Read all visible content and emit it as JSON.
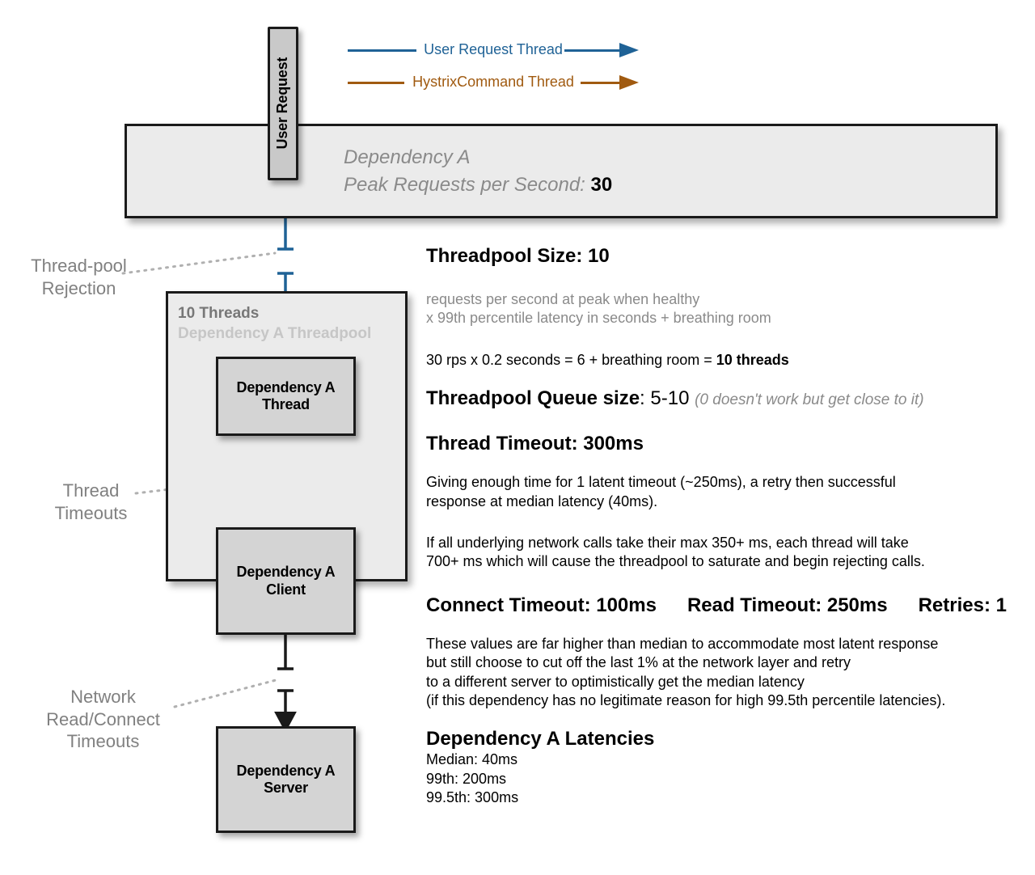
{
  "colors": {
    "user_request_thread": "#1f6296",
    "hystrix_command_thread": "#a05a10",
    "network_line": "#1a1a1a",
    "box_fill": "#d4d4d4",
    "panel_fill": "#ebebeb",
    "grey_text": "#8a8a8a",
    "faded_text": "#c6c6c6"
  },
  "legend": {
    "items": [
      {
        "label": "User Request Thread",
        "color": "#1f6296",
        "name": "user-request-thread"
      },
      {
        "label": "HystrixCommand Thread",
        "color": "#a05a10",
        "name": "hystrix-command-thread"
      }
    ]
  },
  "diagram": {
    "user_request_box": "User Request",
    "banner": {
      "line1": "Dependency A",
      "line2_prefix": "Peak Requests per Second:",
      "line2_value": "30"
    },
    "threadpool": {
      "title": "10 Threads",
      "subtitle": "Dependency A Threadpool"
    },
    "nodes": [
      {
        "id": "dependency-a-thread",
        "line1": "Dependency A",
        "line2": "Thread"
      },
      {
        "id": "dependency-a-client",
        "line1": "Dependency A",
        "line2": "Client"
      },
      {
        "id": "dependency-a-server",
        "line1": "Dependency A",
        "line2": "Server"
      }
    ],
    "annotations": [
      {
        "id": "threadpool-rejection",
        "text": "Thread-pool\nRejection"
      },
      {
        "id": "thread-timeouts",
        "text": "Thread\nTimeouts"
      },
      {
        "id": "network-timeouts",
        "text": "Network\nRead/Connect\nTimeouts"
      }
    ]
  },
  "info": {
    "threadpool_size_heading": "Threadpool Size: 10",
    "formula_line1": "requests per second at peak when healthy",
    "formula_line2": "x 99th percentile latency in seconds + breathing room",
    "calc_plain": "30 rps x 0.2 seconds = 6 + breathing room = ",
    "calc_bold": "10 threads",
    "queue_heading_bold": "Threadpool Queue size",
    "queue_heading_rest": ": 5-10",
    "queue_note": "(0 doesn't work but get close to it)",
    "thread_timeout_heading": "Thread Timeout: 300ms",
    "thread_timeout_p1": "Giving enough time for 1 latent timeout (~250ms), a retry then successful",
    "thread_timeout_p2": "response at median latency (40ms).",
    "saturation_p1": "If all underlying network calls take their max 350+ ms, each thread will take",
    "saturation_p2": "700+ ms which will cause the threadpool to saturate and begin rejecting calls.",
    "connect_timeout_heading": "Connect Timeout: 100ms",
    "read_timeout_heading": "Read Timeout: 250ms",
    "retries_heading": "Retries: 1",
    "network_p1": "These values are far higher than median to accommodate most latent response",
    "network_p2": "but still choose to cut off the last 1% at the network layer and retry",
    "network_p3": "to a different server to optimistically get the median latency",
    "network_p4": "(if this dependency has no legitimate reason for high 99.5th percentile latencies).",
    "latencies_heading": "Dependency A Latencies",
    "latency_median": "Median: 40ms",
    "latency_99th": "99th: 200ms",
    "latency_995th": "99.5th: 300ms"
  }
}
